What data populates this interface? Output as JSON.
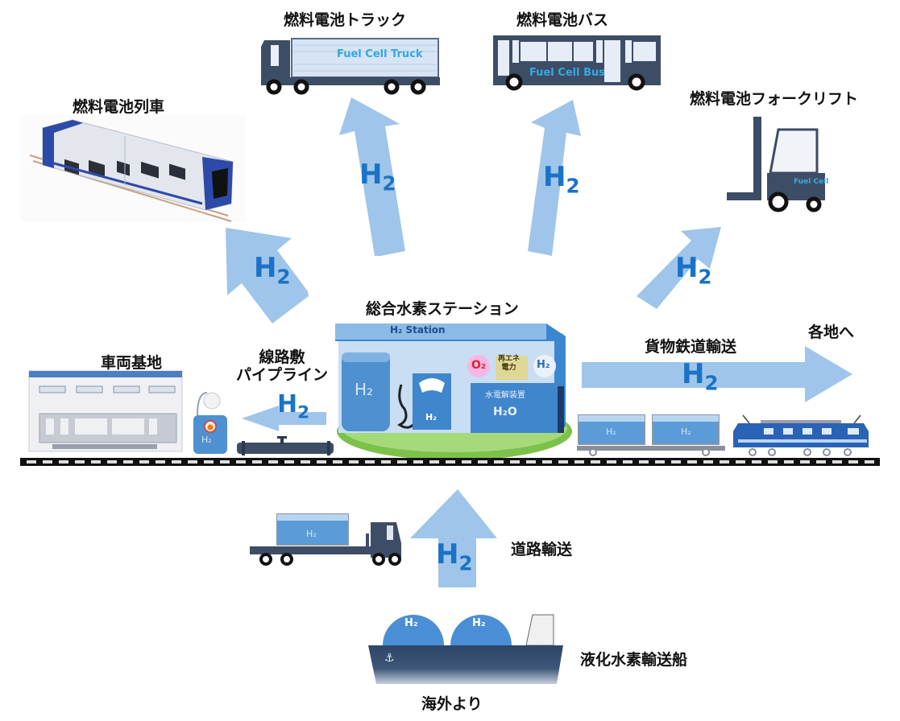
{
  "title": "総合水素ステーション",
  "colors": {
    "arrow": "#9fc5ea",
    "h2_text": "#1a73c6",
    "vehicle_dark": "#3d4d66",
    "track": "#111111",
    "grass": "#7cc24a"
  },
  "h2_symbol": {
    "main": "H",
    "sub": "2"
  },
  "nodes": {
    "fc_truck": {
      "label": "燃料電池トラック",
      "body_text": "Fuel Cell Truck"
    },
    "fc_bus": {
      "label": "燃料電池バス",
      "body_text": "Fuel Cell Bus"
    },
    "fc_train": {
      "label": "燃料電池列車"
    },
    "fc_forklift": {
      "label": "燃料電池フォークリフト",
      "body_text": "Fuel Cell"
    },
    "station": {
      "label": "総合水素ステーション",
      "roof_text": "H₂ Station",
      "tank_text": "H₂",
      "dispenser_text": "H₂",
      "o2_text": "O₂",
      "renewable_text_1": "再エネ",
      "renewable_text_2": "電力",
      "h2_bubble_text": "H₂",
      "electrolyzer_label": "水電解装置",
      "electrolyzer_text": "H₂O"
    },
    "depot": {
      "label": "車両基地",
      "tank_text": "H₂"
    },
    "pipeline": {
      "label_line1": "線路敷",
      "label_line2": "パイプライン"
    },
    "freight_rail": {
      "label": "貨物鉄道輸送",
      "tank_text": "H₂"
    },
    "destinations": {
      "label": "各地へ"
    },
    "road_transport": {
      "label": "道路輸送",
      "tank_text": "H₂"
    },
    "ship": {
      "label": "液化水素輸送船",
      "tank_text": "H₂"
    },
    "overseas": {
      "label": "海外より"
    }
  }
}
